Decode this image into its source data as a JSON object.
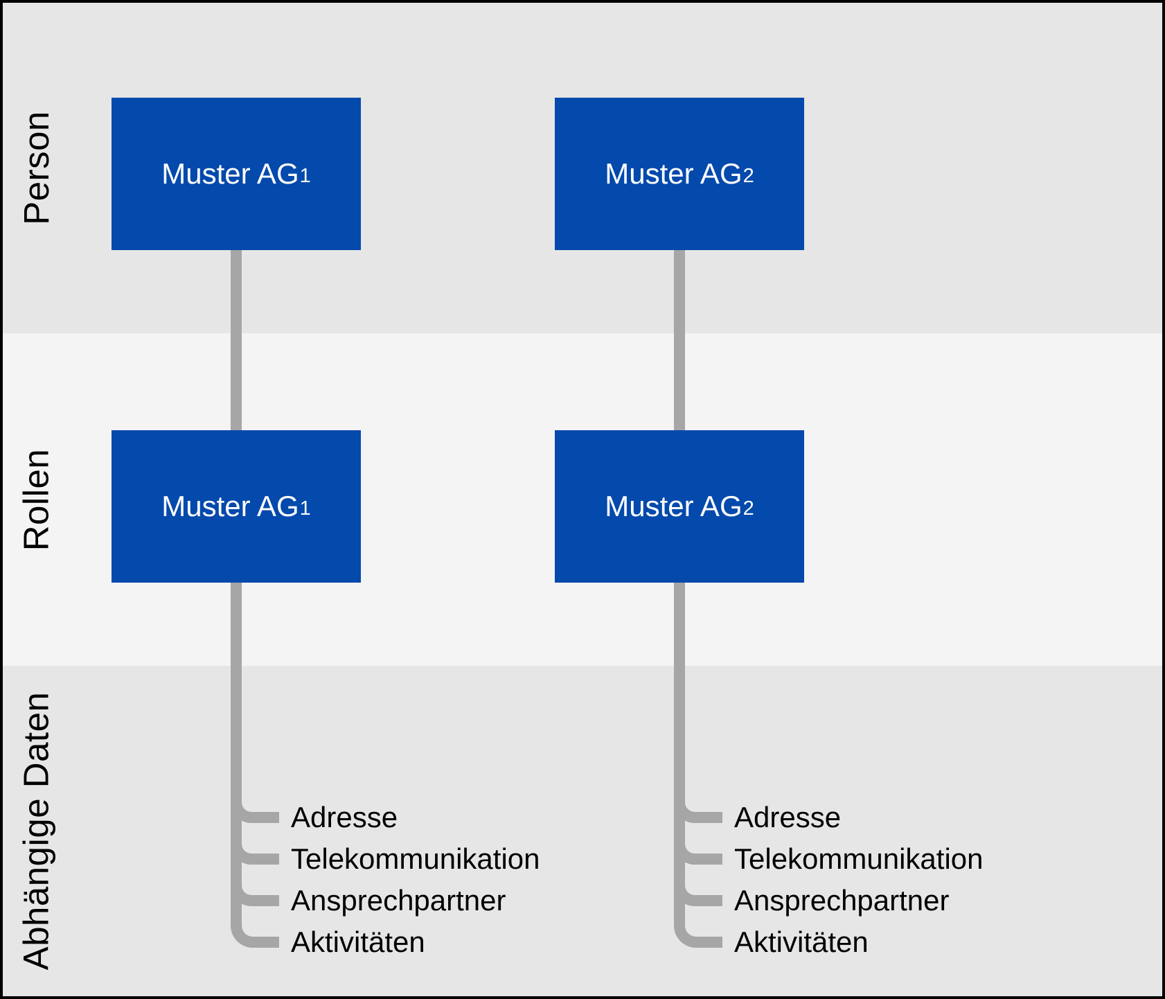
{
  "diagram": {
    "bands": [
      {
        "label": "Person"
      },
      {
        "label": "Rollen"
      },
      {
        "label": "Abhängige Daten"
      }
    ],
    "columns": [
      {
        "person_box": {
          "text": "Muster AG",
          "subscript": "1"
        },
        "role_box": {
          "text": "Muster AG",
          "subscript": "1"
        },
        "dependent_items": [
          "Adresse",
          "Telekommunikation",
          "Ansprechpartner",
          "Aktivitäten"
        ]
      },
      {
        "person_box": {
          "text": "Muster AG",
          "subscript": "2"
        },
        "role_box": {
          "text": "Muster AG",
          "subscript": "2"
        },
        "dependent_items": [
          "Adresse",
          "Telekommunikation",
          "Ansprechpartner",
          "Aktivitäten"
        ]
      }
    ]
  },
  "colors": {
    "accent_blue": "#0449ac",
    "connector_gray": "#a6a6a6",
    "band_dark": "#e6e6e6",
    "band_light": "#f4f4f4",
    "frame_black": "#000000",
    "box_text": "#ffffff",
    "label_text": "#000000"
  }
}
